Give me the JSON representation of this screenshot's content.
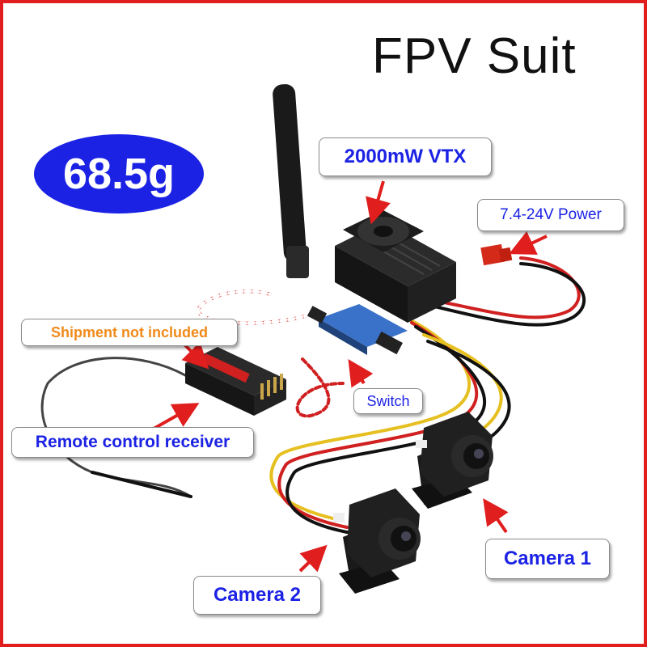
{
  "title": "FPV Suit",
  "weight_badge": "68.5g",
  "labels": {
    "vtx": "2000mW VTX",
    "power": "7.4-24V Power",
    "shipment": "Shipment not included",
    "switch": "Switch",
    "receiver": "Remote control receiver",
    "camera1": "Camera 1",
    "camera2": "Camera 2"
  },
  "colors": {
    "border": "#e01e1e",
    "badge": "#1b22e4",
    "label_text": "#1b22e4",
    "shipment_text": "#f08a1a",
    "arrow": "#e01e1e"
  }
}
